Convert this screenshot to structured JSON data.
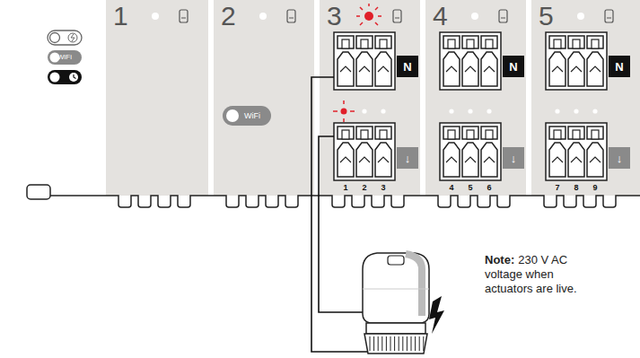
{
  "diagram": {
    "nodes": [
      {
        "text": [
          "1"
        ]
      },
      {
        "text": [
          "2"
        ]
      },
      {
        "text": [
          "3"
        ]
      },
      {
        "text": [
          "4"
        ]
      },
      {
        "text": [
          "5"
        ]
      },
      {
        "text": [
          "N"
        ],
        "in": 2
      },
      {
        "text": [
          "N"
        ],
        "in": 3
      },
      {
        "text": [
          "N"
        ],
        "in": 4
      }
    ],
    "labels": [
      "WiFi",
      "WiFi",
      "↓",
      "↓",
      "↓",
      "1",
      "2",
      "3",
      "4",
      "5",
      "6",
      "7",
      "8",
      "9",
      "Note:",
      "230 V AC voltage when actuators are live."
    ]
  }
}
